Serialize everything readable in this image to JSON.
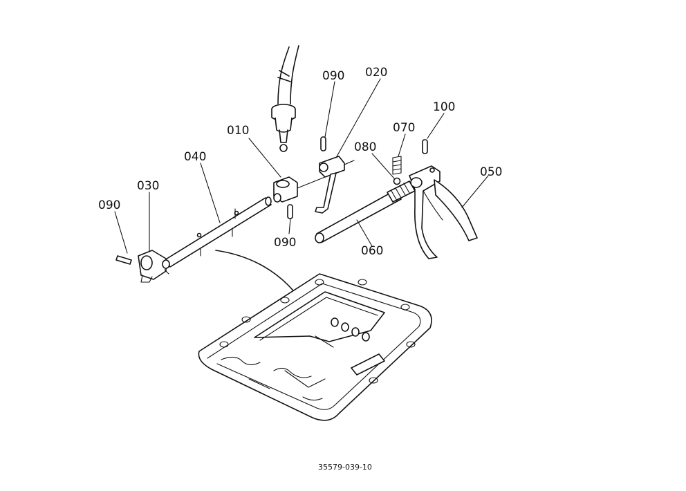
{
  "diagram": {
    "callouts": [
      {
        "id": "c010",
        "label": "010"
      },
      {
        "id": "c020",
        "label": "020"
      },
      {
        "id": "c030",
        "label": "030"
      },
      {
        "id": "c040",
        "label": "040"
      },
      {
        "id": "c050",
        "label": "050"
      },
      {
        "id": "c060",
        "label": "060"
      },
      {
        "id": "c070",
        "label": "070"
      },
      {
        "id": "c080",
        "label": "080"
      },
      {
        "id": "c090a",
        "label": "090"
      },
      {
        "id": "c090b",
        "label": "090"
      },
      {
        "id": "c090c",
        "label": "090"
      },
      {
        "id": "c100",
        "label": "100"
      }
    ],
    "figure_number": "35579-039-10"
  }
}
